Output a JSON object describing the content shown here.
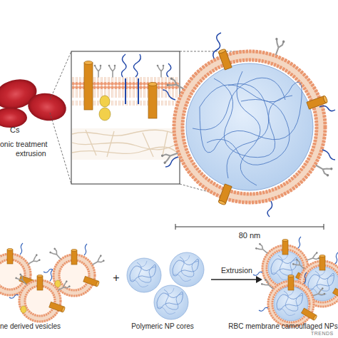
{
  "diagram": {
    "labels": [
      "Cs",
      "onic treatment",
      "extrusion",
      "80 nm",
      "+",
      "Extrusion",
      "ne derived vesicles",
      "Polymeric NP cores",
      "RBC membrane camouflaged NPs",
      "TRENDS"
    ]
  }
}
